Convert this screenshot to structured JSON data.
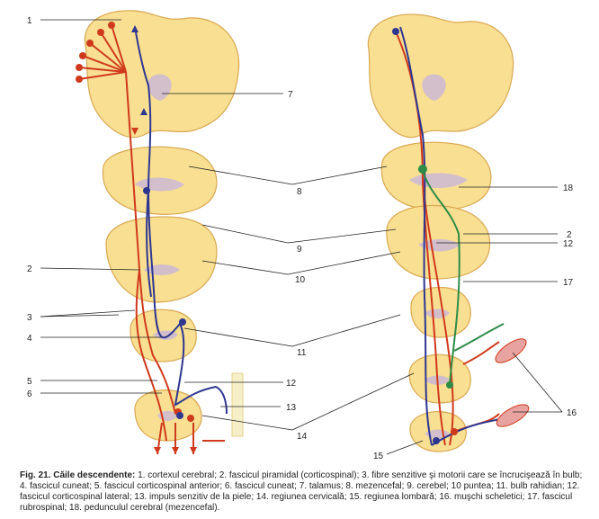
{
  "figure": {
    "labels": {
      "l1": "1",
      "l2": "2",
      "l3": "3",
      "l4": "4",
      "l5": "5",
      "l6": "6",
      "l7": "7",
      "l8": "8",
      "l9": "9",
      "l10": "10",
      "l11": "11",
      "l12": "12",
      "l13": "13",
      "l14": "14",
      "r18": "18",
      "r2": "2",
      "r12": "12",
      "r17": "17",
      "r16": "16",
      "r15": "15"
    }
  },
  "caption": {
    "title": "Fig. 21. Căile descendente:",
    "text": " 1. cortexul cerebral; 2. fascicul piramidal (corticospinal); 3. fibre senzitive şi motorii care se încrucişează în bulb; 4. fascicul cuneat; 5. fascicul corticospinal anterior; 6. fascicul cuneat; 7. talamus; 8. mezencefal; 9. cerebel; 10 puntea; 11. bulb rahidian; 12. fascicul corticospinal lateral; 13. impuls senzitiv de la piele; 14. regiunea cervicală; 15. regiunea lombară; 16. muşchi scheletici; 17. fascicul rubrospinal; 18. pedunculul cerebral (mezencefal)."
  },
  "colors": {
    "tissue": "#f8df92",
    "tissue_edge": "#d9a851",
    "grey_matter": "#c9b7d9",
    "motor_pathway": "#cf3a1c",
    "sensory_pathway": "#2e3790",
    "rubrospinal": "#2e8b47",
    "leader_line": "#222222"
  }
}
